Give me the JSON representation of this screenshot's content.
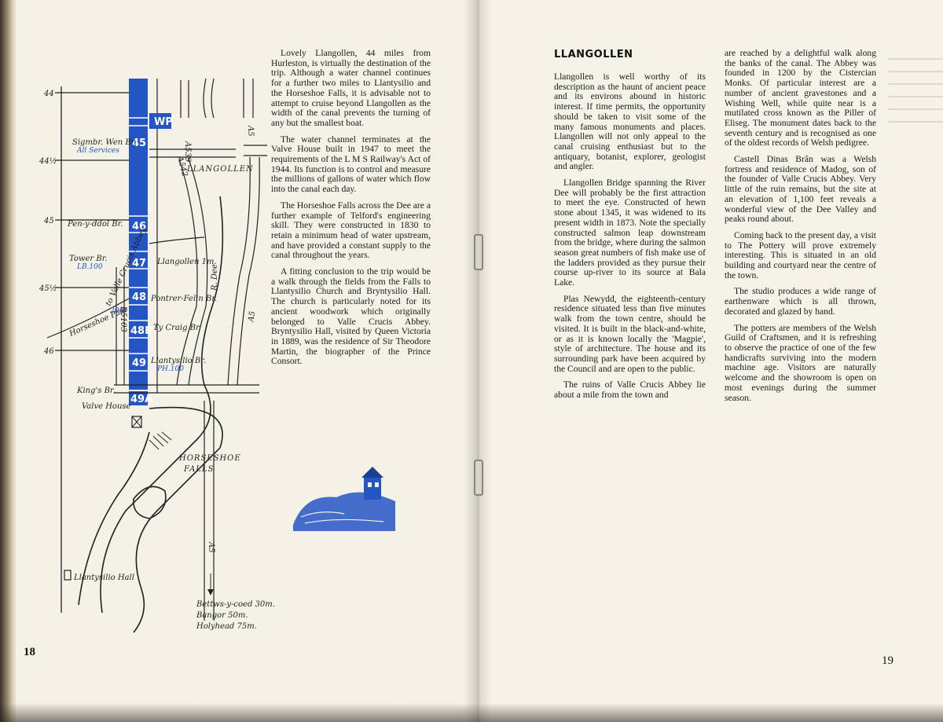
{
  "left_page": {
    "page_number": "18",
    "map": {
      "mile_markers": [
        "44",
        "44½",
        "45",
        "45½",
        "46"
      ],
      "lock_labels": [
        "WP",
        "45",
        "46",
        "47",
        "48",
        "48B",
        "49",
        "49A"
      ],
      "road_labels": [
        "A539",
        "A5",
        "A542",
        "B5103",
        "A5",
        "A5"
      ],
      "place_labels": {
        "sigmbr": "Sigmbr. Wen Br.",
        "all_services": "All Services",
        "llangollen": "LLANGOLLEN",
        "pen_y_ddol": "Pen-y-ddol Br.",
        "tower_br": "Tower Br.",
        "lb100": "LB.100",
        "valle_crucis": "to Valle Crucis Abbey",
        "llangollen_1m": "Llangollen 1m.",
        "horseshoe_pass": "Horseshoe Pass",
        "pontrer": "Pontrer-Felin Br.",
        "ty_craig": "Ty Craig Br.",
        "llantysilio_br": "Llantysilio Br.",
        "ph100": "PH.100",
        "r_dee": "R. Dee",
        "kings_br": "King's Br.",
        "valve_house": "Valve House",
        "horseshoe": "HORSESHOE",
        "falls": "FALLS",
        "llantysilio_hall": "Llantysilio Hall",
        "bettws": "Bettws-y-coed 30m.",
        "bangor": "Bangor 50m.",
        "holyhead": "Holyhead 75m.",
        "m200": "200"
      }
    },
    "column_text": [
      "Lovely Llangollen, 44 miles from Hurleston, is virtually the destination of the trip. Although a water channel continues for a further two miles to Llantysilio and the Horseshoe Falls, it is advisable not to attempt to cruise beyond Llangollen as the width of the canal prevents the turning of any but the smallest boat.",
      "The water channel terminates at the Valve House built in 1947 to meet the requirements of the L M S Railway's Act of 1944. Its function is to control and measure the millions of gallons of water which flow into the canal each day.",
      "The Horseshoe Falls across the Dee are a further example of Telford's engineering skill. They were constructed in 1830 to retain a minimum head of water upstream, and have provided a constant supply to the canal throughout the years.",
      "A fitting conclusion to the trip would be a walk through the fields from the Falls to Llantysilio Church and Bryntysilio Hall. The church is particularly noted for its ancient woodwork which originally belonged to Valle Crucis Abbey. Bryntysilio Hall, visited by Queen Victoria in 1889, was the residence of Sir Theodore Martin, the biographer of the Prince Consort."
    ]
  },
  "right_page": {
    "page_number": "19",
    "heading": "LLANGOLLEN",
    "col1_text": [
      "Llangollen is well worthy of its description as the haunt of ancient peace and its environs abound in historic interest. If time permits, the opportunity should be taken to visit some of the many famous monuments and places. Llangollen will not only appeal to the canal cruising enthusiast but to the antiquary, botanist, explorer, geologist and angler.",
      "Llangollen Bridge spanning the River Dee will probably be the first attraction to meet the eye. Constructed of hewn stone about 1345, it was widened to its present width in 1873. Note the specially constructed salmon leap downstream from the bridge, where during the salmon season great numbers of fish make use of the ladders provided as they pursue their course up-river to its source at Bala Lake.",
      "Plas Newydd, the eighteenth-century residence situated less than five minutes walk from the town centre, should be visited. It is built in the black-and-white, or as it is known locally the 'Magpie', style of architecture. The house and its surrounding park have been acquired by the Council and are open to the public.",
      "The ruins of Valle Crucis Abbey lie about a mile from the town and"
    ],
    "col2_text": [
      "are reached by a delightful walk along the banks of the canal. The Abbey was founded in 1200 by the Cistercian Monks. Of particular interest are a number of ancient gravestones and a Wishing Well, while quite near is a mutilated cross known as the Piller of Eliseg. The monument dates back to the seventh century and is recognised as one of the oldest records of Welsh pedigree.",
      "Castell Dinas Brân was a Welsh fortress and residence of Madog, son of the founder of Valle Crucis Abbey. Very little of the ruin remains, but the site at an elevation of 1,100 feet reveals a wonderful view of the Dee Valley and peaks round about.",
      "Coming back to the present day, a visit to The Pottery will prove extremely interesting. This is situated in an old building and courtyard near the centre of the town.",
      "The studio produces a wide range of earthenware which is all thrown, decorated and glazed by hand.",
      "The potters are members of the Welsh Guild of Craftsmen, and it is refreshing to observe the practice of one of the few handicrafts surviving into the modern machine age. Visitors are naturally welcome and the showroom is open on most evenings during the summer season."
    ]
  },
  "colors": {
    "canal_blue": "#2455c4",
    "paper": "#f4f1e6"
  }
}
